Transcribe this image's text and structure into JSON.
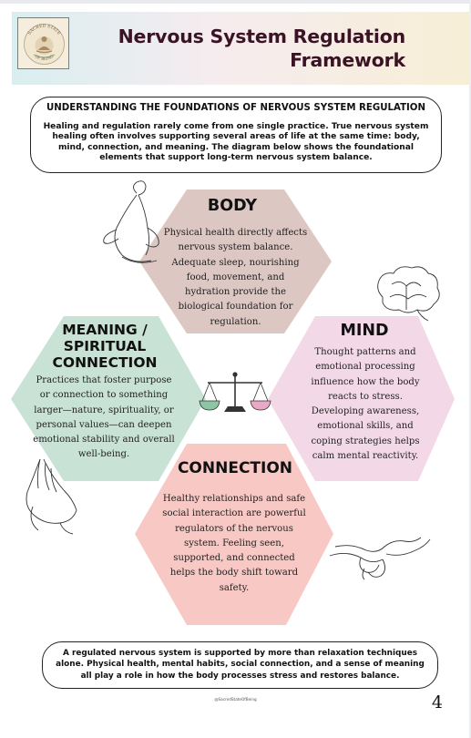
{
  "header": {
    "logo_text_top": "SACRED STATE",
    "logo_text_bottom": "OF BEING",
    "title_line1": "Nervous System Regulation",
    "title_line2": "Framework"
  },
  "intro": {
    "heading": "UNDERSTANDING THE FOUNDATIONS OF NERVOUS SYSTEM REGULATION",
    "text": "Healing and regulation rarely come from one single practice. True nervous system healing often involves supporting several areas of life at the same time: body, mind, connection, and meaning. The diagram below shows the foundational elements that support long-term nervous system balance."
  },
  "hexagons": {
    "body": {
      "title": "BODY",
      "text": "Physical health directly affects nervous system balance. Adequate sleep, nourishing food, movement, and hydration provide the biological foundation for regulation.",
      "color": "#dcc7c2",
      "icon": "seated-figure-line-art-icon"
    },
    "meaning": {
      "title": "MEANING / SPIRITUAL CONNECTION",
      "text": "Practices that foster purpose or connection to something larger—nature, spirituality, or personal values—can deepen emotional stability and overall well-being.",
      "color": "#c9e2d6",
      "icon": "praying-hands-icon"
    },
    "mind": {
      "title": "MIND",
      "text": "Thought patterns and emotional processing influence how the body reacts to stress. Developing awareness, emotional skills, and coping strategies helps calm mental reactivity.",
      "color": "#f3d9e8",
      "icon": "brain-icon"
    },
    "connection": {
      "title": "CONNECTION",
      "text": "Healthy relationships and safe social interaction are powerful regulators of the nervous system. Feeling seen, supported, and connected helps the body shift toward safety.",
      "color": "#f8c8c4",
      "icon": "holding-hands-icon"
    },
    "center_icon": "balance-scale-icon"
  },
  "footer": {
    "text": "A regulated nervous system is supported by more than relaxation techniques alone. Physical health, mental habits, social connection, and a sense of meaning all play a role in how the body processes stress and restores balance.",
    "handle": "@SacredStateOfBeing",
    "page_number": "4"
  }
}
